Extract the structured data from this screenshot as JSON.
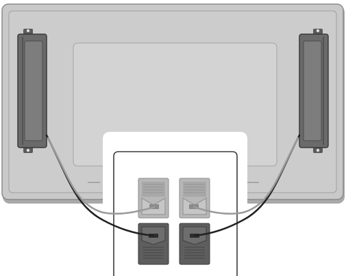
{
  "diagram": {
    "components": {
      "monitor": "monitor-back-panel",
      "speakers": [
        "left-speaker",
        "right-speaker"
      ],
      "terminals": {
        "upper": [
          "upper-left-terminal",
          "upper-right-terminal"
        ],
        "lower": [
          "lower-left-terminal",
          "lower-right-terminal"
        ]
      },
      "cables": [
        "left-speaker-cable",
        "right-speaker-cable"
      ]
    },
    "colors": {
      "monitor_body": "#c9c9c9",
      "monitor_inner": "#d2d2d2",
      "monitor_outline": "#8a8a8a",
      "speaker_body": "#6a6a6a",
      "speaker_dark": "#3a3a3a",
      "terminal_light": "#b5b5b5",
      "terminal_dark": "#5a5a5a",
      "cable_dark": "#222222",
      "cable_light": "#9a9a9a",
      "callout_background": "#ffffff"
    }
  }
}
